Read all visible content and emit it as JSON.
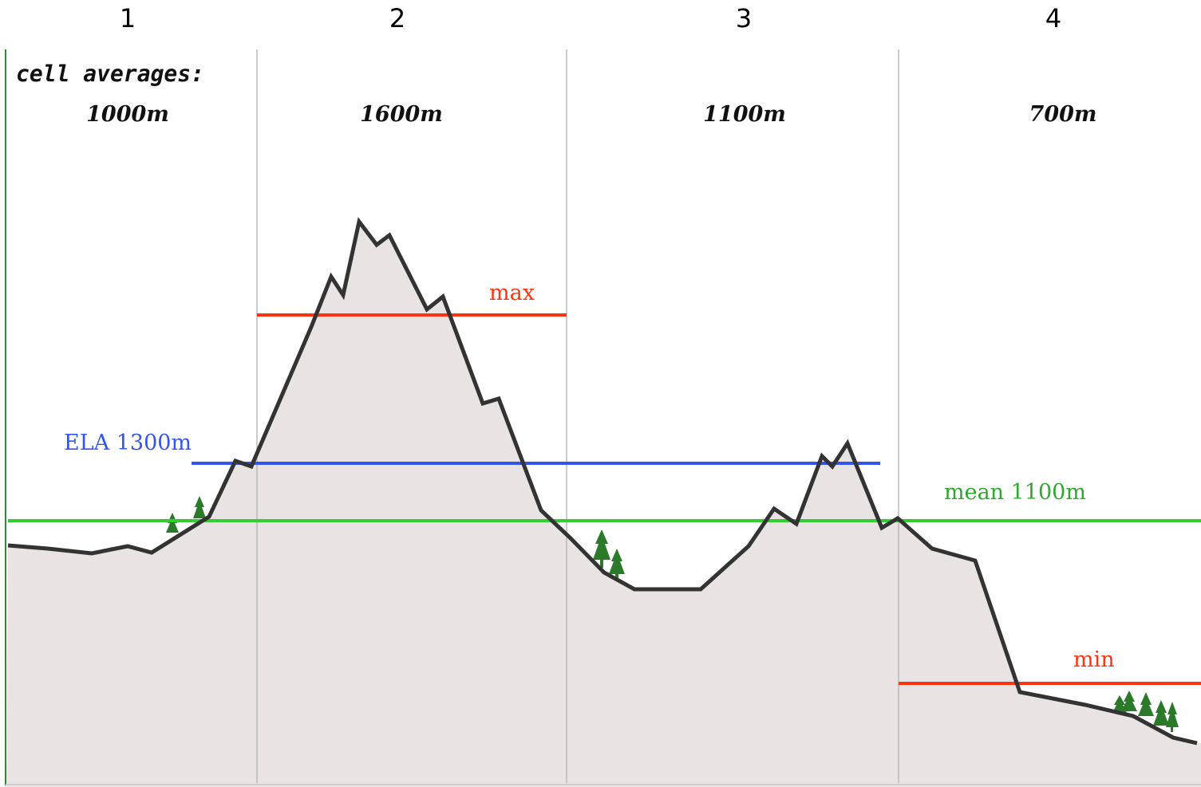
{
  "cells": [
    {
      "number": "1",
      "average": "1000m"
    },
    {
      "number": "2",
      "average": "1600m"
    },
    {
      "number": "3",
      "average": "1100m"
    },
    {
      "number": "4",
      "average": "700m"
    }
  ],
  "averages_title": "cell averages:",
  "lines": {
    "max": {
      "label": "max",
      "color": "#ff3311"
    },
    "ela": {
      "label": "ELA 1300m",
      "color": "#3355ee"
    },
    "mean": {
      "label": "mean 1100m",
      "color": "#33cc33"
    },
    "min": {
      "label": "min",
      "color": "#ff3311"
    }
  },
  "colors": {
    "terrain_fill": "#e9e3e3",
    "terrain_outline": "#333333",
    "tree": "#2a7a2a",
    "left_axis": "#2e8b2e",
    "cell_divider": "#bbbbbb"
  },
  "icons": [
    "tree-icon"
  ]
}
